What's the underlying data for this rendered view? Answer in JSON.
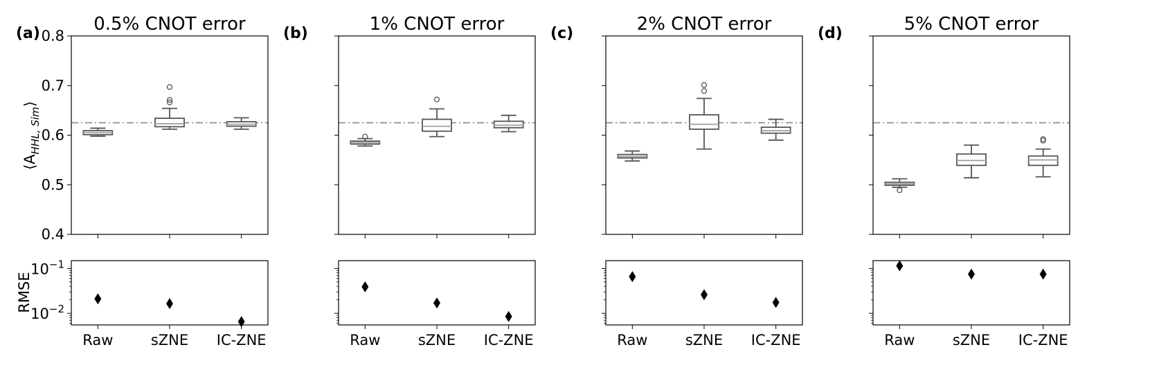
{
  "figure": {
    "ylabel_top": "⟨A",
    "ylabel_top_sub": "HHL, Sim",
    "ylabel_top_close": "⟩",
    "ylabel_bottom": "RMSE",
    "ylim_top": [
      0.4,
      0.8
    ],
    "yticks_top": [
      "0.4",
      "0.5",
      "0.6",
      "0.7",
      "0.8"
    ],
    "ylim_bottom_log": [
      0.0055,
      0.15
    ],
    "yticks_bottom": [
      {
        "base": "10",
        "exp": "−2"
      },
      {
        "base": "10",
        "exp": "−1"
      }
    ],
    "reference_line": 0.625,
    "colors": {
      "box_edge": "#555555",
      "median": "#aaaaaa",
      "reference": "#888888",
      "marker": "#000000"
    }
  },
  "chart_data": [
    {
      "type": "box",
      "letter": "(a)",
      "title": "0.5% CNOT error",
      "categories": [
        "Raw",
        "sZNE",
        "IC-ZNE"
      ],
      "boxes": [
        {
          "whislo": 0.598,
          "q1": 0.601,
          "median": 0.605,
          "q3": 0.609,
          "whishi": 0.614,
          "fliers": []
        },
        {
          "whislo": 0.612,
          "q1": 0.617,
          "median": 0.623,
          "q3": 0.634,
          "whishi": 0.654,
          "fliers": [
            0.666,
            0.671,
            0.697
          ]
        },
        {
          "whislo": 0.612,
          "q1": 0.618,
          "median": 0.622,
          "q3": 0.627,
          "whishi": 0.635,
          "fliers": []
        }
      ],
      "rmse": [
        0.021,
        0.0165,
        0.0065
      ]
    },
    {
      "type": "box",
      "letter": "(b)",
      "title": "1% CNOT error",
      "categories": [
        "Raw",
        "sZNE",
        "IC-ZNE"
      ],
      "boxes": [
        {
          "whislo": 0.578,
          "q1": 0.582,
          "median": 0.585,
          "q3": 0.588,
          "whishi": 0.593,
          "fliers": [
            0.597
          ]
        },
        {
          "whislo": 0.597,
          "q1": 0.608,
          "median": 0.618,
          "q3": 0.632,
          "whishi": 0.653,
          "fliers": [
            0.672
          ]
        },
        {
          "whislo": 0.607,
          "q1": 0.615,
          "median": 0.62,
          "q3": 0.628,
          "whishi": 0.64,
          "fliers": []
        }
      ],
      "rmse": [
        0.039,
        0.017,
        0.0085
      ]
    },
    {
      "type": "box",
      "letter": "(c)",
      "title": "2% CNOT error",
      "categories": [
        "Raw",
        "sZNE",
        "IC-ZNE"
      ],
      "boxes": [
        {
          "whislo": 0.548,
          "q1": 0.554,
          "median": 0.557,
          "q3": 0.561,
          "whishi": 0.568,
          "fliers": []
        },
        {
          "whislo": 0.572,
          "q1": 0.612,
          "median": 0.622,
          "q3": 0.641,
          "whishi": 0.674,
          "fliers": [
            0.689,
            0.701
          ]
        },
        {
          "whislo": 0.59,
          "q1": 0.604,
          "median": 0.609,
          "q3": 0.616,
          "whishi": 0.632,
          "fliers": []
        }
      ],
      "rmse": [
        0.066,
        0.026,
        0.0175
      ]
    },
    {
      "type": "box",
      "letter": "(d)",
      "title": "5% CNOT error",
      "categories": [
        "Raw",
        "sZNE",
        "IC-ZNE"
      ],
      "boxes": [
        {
          "whislo": 0.495,
          "q1": 0.499,
          "median": 0.502,
          "q3": 0.505,
          "whishi": 0.512,
          "fliers": [
            0.489
          ]
        },
        {
          "whislo": 0.514,
          "q1": 0.539,
          "median": 0.549,
          "q3": 0.562,
          "whishi": 0.58,
          "fliers": []
        },
        {
          "whislo": 0.516,
          "q1": 0.539,
          "median": 0.55,
          "q3": 0.558,
          "whishi": 0.572,
          "fliers": [
            0.589,
            0.592
          ]
        }
      ],
      "rmse": [
        0.115,
        0.075,
        0.075
      ]
    }
  ]
}
